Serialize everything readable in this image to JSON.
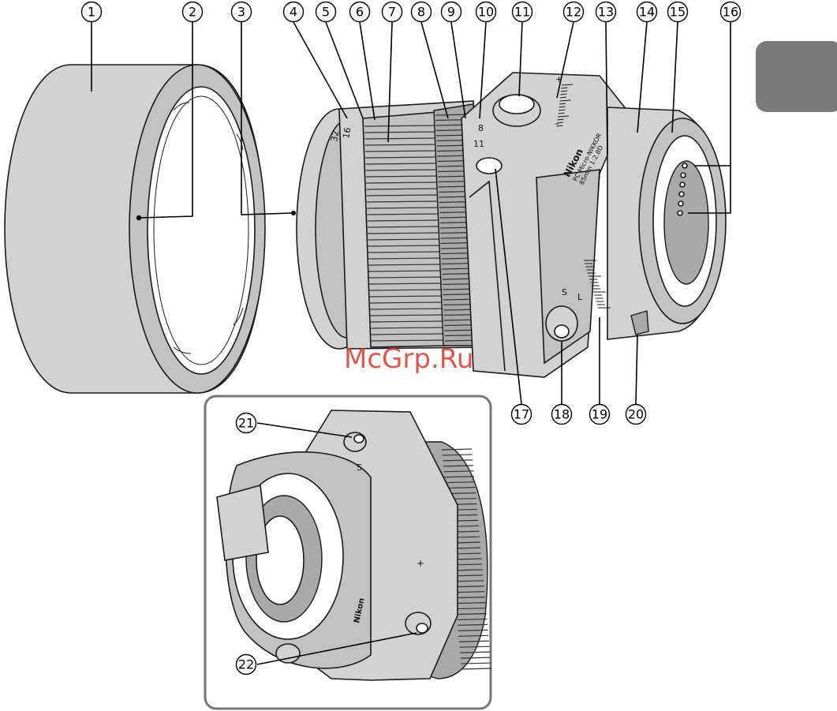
{
  "callouts": [
    "1",
    "2",
    "3",
    "4",
    "5",
    "6",
    "7",
    "8",
    "9",
    "10",
    "11",
    "12",
    "13",
    "14",
    "15",
    "16",
    "17",
    "18",
    "19",
    "20",
    "21",
    "22"
  ],
  "lens_markings": {
    "brand": "Nikon",
    "model_line1": "PC Micro-NIKKOR",
    "model_line2": "85mm 1:2.8D",
    "aperture_scale": [
      "32",
      "16",
      "11",
      "8"
    ],
    "scale_markers": [
      "+",
      "–",
      "S",
      "L"
    ]
  },
  "watermark": "McGrp.Ru",
  "colors": {
    "lens_body": "#d2d2d2",
    "lens_dark": "#a9a9a9",
    "tab_gray": "#7a7a7a",
    "watermark": "#d63a2e"
  }
}
